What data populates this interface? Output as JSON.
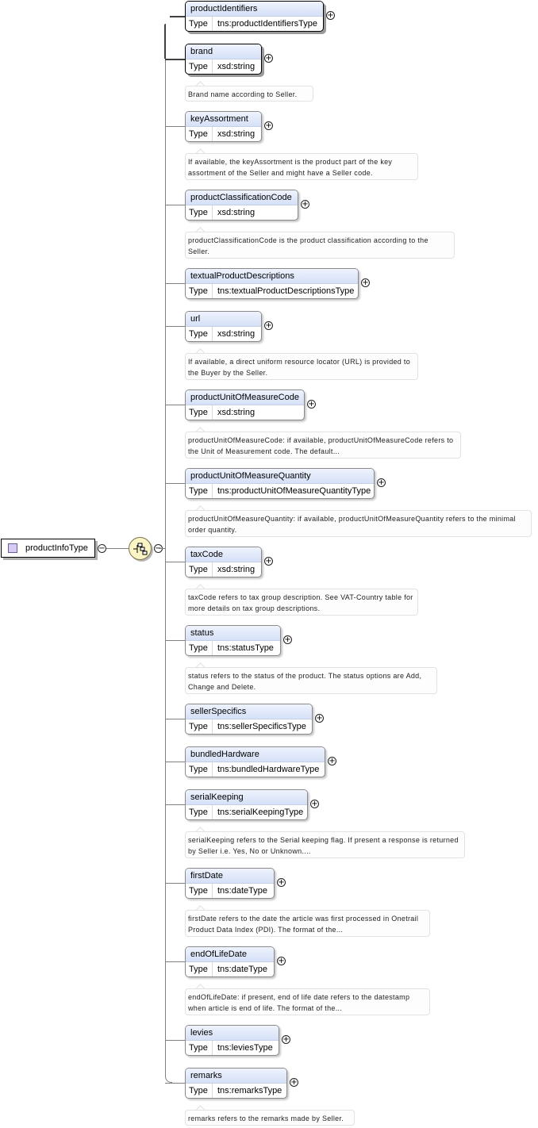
{
  "root": {
    "label": "productInfoType",
    "icon": "complex-type-icon"
  },
  "compositor": {
    "kind": "sequence",
    "icon": "sequence-icon"
  },
  "type_key": "Type",
  "elements": [
    {
      "name": "productIdentifiers",
      "type": "tns:productIdentifiersType",
      "required": true,
      "doc": ""
    },
    {
      "name": "brand",
      "type": "xsd:string",
      "required": true,
      "doc": "Brand name according to Seller."
    },
    {
      "name": "keyAssortment",
      "type": "xsd:string",
      "required": false,
      "doc": "If available, the keyAssortment is the product part of the key assortment of the Seller and might have a Seller code."
    },
    {
      "name": "productClassificationCode",
      "type": "xsd:string",
      "required": false,
      "doc": "productClassificationCode is the product classification according to the Seller."
    },
    {
      "name": "textualProductDescriptions",
      "type": "tns:textualProductDescriptionsType",
      "required": false,
      "doc": ""
    },
    {
      "name": "url",
      "type": "xsd:string",
      "required": false,
      "doc": "If available, a direct uniform resource locator (URL) is provided to the Buyer by the Seller."
    },
    {
      "name": "productUnitOfMeasureCode",
      "type": "xsd:string",
      "required": false,
      "doc": "productUnitOfMeasureCode: if available, productUnitOfMeasureCode refers to the Unit of Measurement code. The default..."
    },
    {
      "name": "productUnitOfMeasureQuantity",
      "type": "tns:productUnitOfMeasureQuantityType",
      "required": false,
      "doc": "productUnitOfMeasureQuantity: if available, productUnitOfMeasureQuantity refers to the minimal order quantity."
    },
    {
      "name": "taxCode",
      "type": "xsd:string",
      "required": false,
      "doc": "taxCode refers to tax group description. See VAT-Country table for more details on tax group descriptions."
    },
    {
      "name": "status",
      "type": "tns:statusType",
      "required": false,
      "doc": "status refers to the status of the product. The status options are Add, Change and Delete."
    },
    {
      "name": "sellerSpecifics",
      "type": "tns:sellerSpecificsType",
      "required": false,
      "doc": ""
    },
    {
      "name": "bundledHardware",
      "type": "tns:bundledHardwareType",
      "required": false,
      "doc": ""
    },
    {
      "name": "serialKeeping",
      "type": "tns:serialKeepingType",
      "required": false,
      "doc": "serialKeeping refers to the Serial keeping flag. If present a response is returned by Seller i.e. Yes, No or Unknown...."
    },
    {
      "name": "firstDate",
      "type": "tns:dateType",
      "required": false,
      "doc": "firstDate refers to the date the article was first processed in Onetrail Product Data Index (PDI). The format of the..."
    },
    {
      "name": "endOfLifeDate",
      "type": "tns:dateType",
      "required": false,
      "doc": "endOfLifeDate: if present, end of life date refers to the datestamp when article is end of life. The format of the..."
    },
    {
      "name": "levies",
      "type": "tns:leviesType",
      "required": false,
      "doc": ""
    },
    {
      "name": "remarks",
      "type": "tns:remarksType",
      "required": false,
      "doc": "remarks refers to the remarks made by Seller."
    }
  ]
}
